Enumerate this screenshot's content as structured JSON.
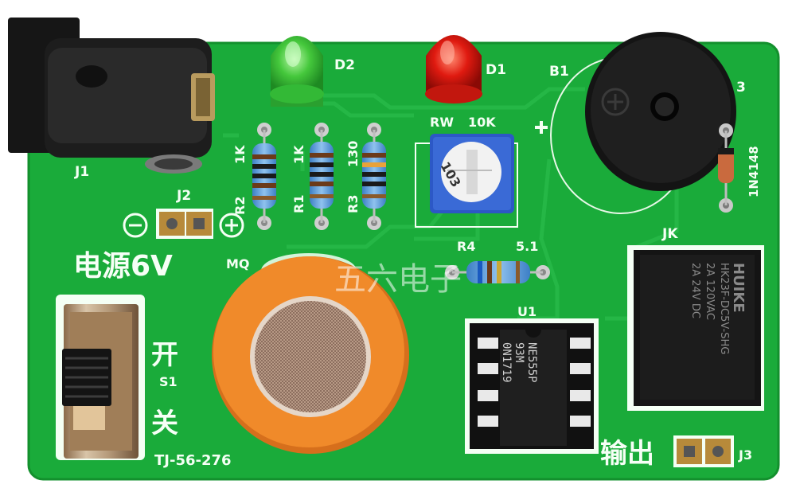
{
  "board": {
    "designators": {
      "j1": "J1",
      "j2": "J2",
      "j3": "J3",
      "d1": "D1",
      "d2": "D2",
      "b1": "B1",
      "rw": "RW",
      "rw_value": "10K",
      "r1": "R1",
      "r1_value": "1K",
      "r2": "R2",
      "r2_value": "1K",
      "r3": "R3",
      "r3_value": "130",
      "r4": "R4",
      "r4_value": "5.1",
      "mq": "MQ",
      "u1": "U1",
      "jk": "JK",
      "s1": "S1",
      "diode_part": "1N4148",
      "d3_suffix": "3"
    },
    "labels": {
      "power": "电源6V",
      "switch_on": "开",
      "switch_off": "关",
      "output": "输出",
      "board_id": "TJ-56-276",
      "watermark": "五六电子",
      "minus_symbol": "−",
      "plus_symbol": "+"
    },
    "chip": {
      "line1": "NE555P",
      "line2": "93M",
      "line3": "0N1719"
    },
    "relay": {
      "brand": "HUIKE",
      "model": "HK23F-DC5V-SHG",
      "rating1": "2A 120VAC",
      "rating2": "2A 24V DC"
    },
    "potentiometer": {
      "code": "103"
    },
    "colors": {
      "pcb": "#1aab3a",
      "silkscreen": "#f4fff4",
      "mq_ring": "#f08a2a",
      "led_red": "#e01a10",
      "led_green": "#3ec63a"
    }
  }
}
